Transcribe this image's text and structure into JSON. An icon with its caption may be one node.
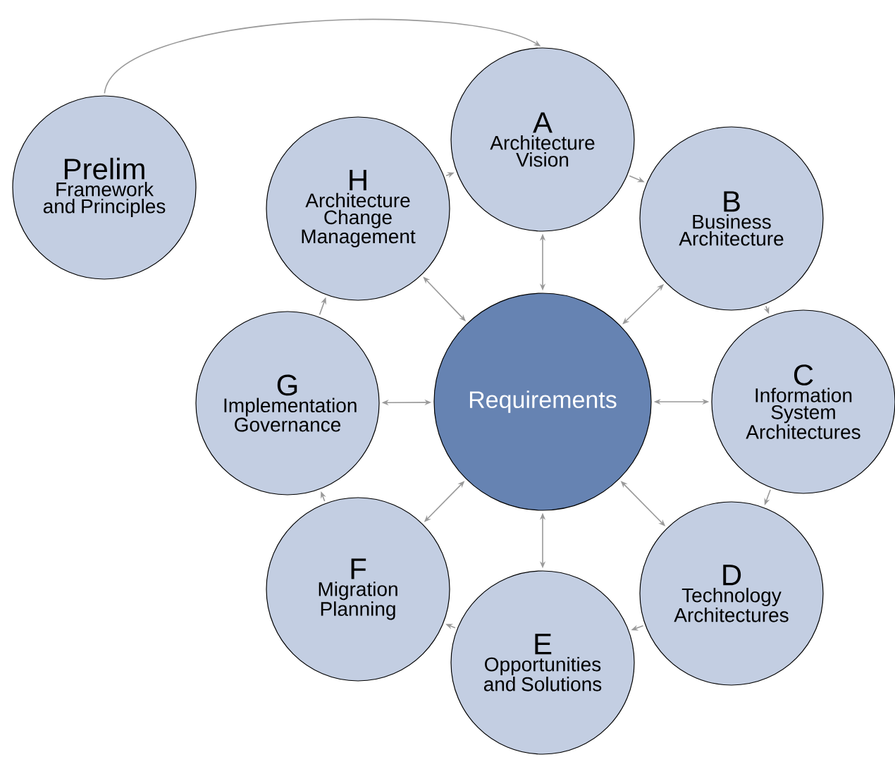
{
  "diagram": {
    "nodes": [
      {
        "text": [
          "Prelim",
          "Framework and Principles"
        ]
      },
      {
        "text": [
          "A",
          "Architecture Vision"
        ]
      },
      {
        "text": [
          "B",
          "Business Architecture"
        ]
      },
      {
        "text": [
          "C",
          "Information System Architectures"
        ]
      },
      {
        "text": [
          "D",
          "Technology Architectures"
        ]
      },
      {
        "text": [
          "E",
          "Opportunities and Solutions"
        ]
      },
      {
        "text": [
          "F",
          "Migration Planning"
        ]
      },
      {
        "text": [
          "G",
          "Implementation Governance"
        ]
      },
      {
        "text": [
          "H",
          "Architecture Change Management"
        ]
      },
      {
        "text": [
          "Requirements"
        ]
      }
    ],
    "edges": [
      {
        "from": 0,
        "to": 1,
        "arrow": "to"
      },
      {
        "from": 1,
        "to": 2,
        "arrow": "to"
      },
      {
        "from": 2,
        "to": 3,
        "arrow": "to"
      },
      {
        "from": 3,
        "to": 4,
        "arrow": "to"
      },
      {
        "from": 4,
        "to": 5,
        "arrow": "to"
      },
      {
        "from": 5,
        "to": 6,
        "arrow": "to"
      },
      {
        "from": 6,
        "to": 7,
        "arrow": "to"
      },
      {
        "from": 7,
        "to": 8,
        "arrow": "to"
      },
      {
        "from": 8,
        "to": 1,
        "arrow": "to"
      },
      {
        "from": 9,
        "to": 1,
        "arrow": "both"
      },
      {
        "from": 9,
        "to": 2,
        "arrow": "both"
      },
      {
        "from": 9,
        "to": 3,
        "arrow": "both"
      },
      {
        "from": 9,
        "to": 4,
        "arrow": "both"
      },
      {
        "from": 9,
        "to": 5,
        "arrow": "both"
      },
      {
        "from": 9,
        "to": 6,
        "arrow": "both"
      },
      {
        "from": 9,
        "to": 7,
        "arrow": "both"
      },
      {
        "from": 9,
        "to": 8,
        "arrow": "both"
      }
    ]
  }
}
